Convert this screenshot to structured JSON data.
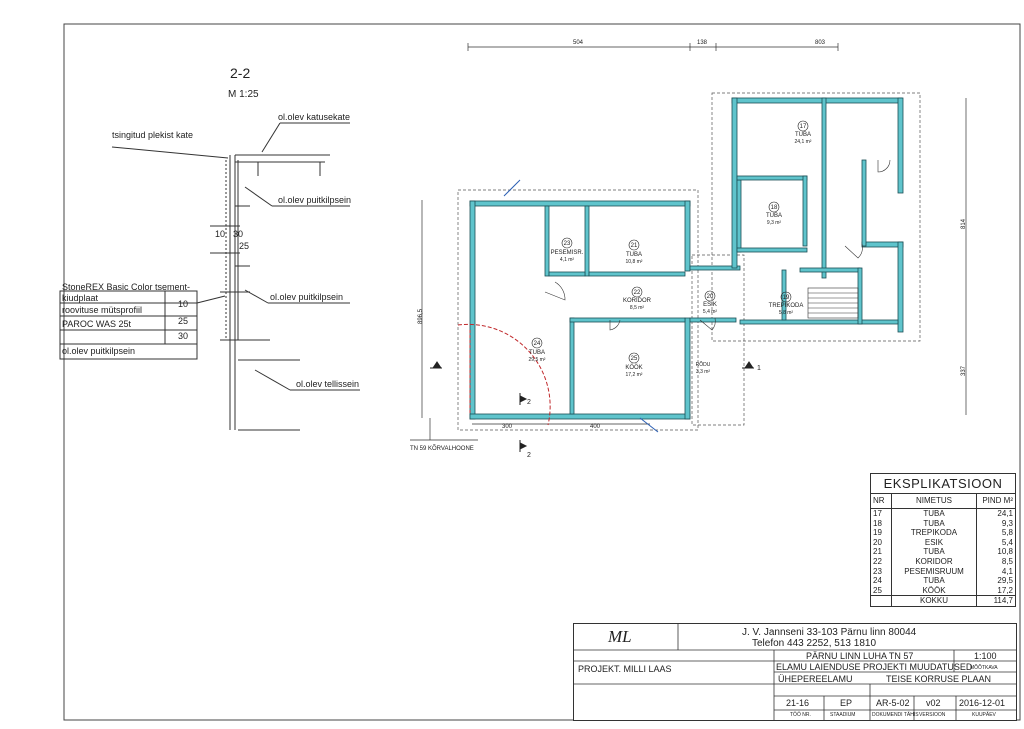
{
  "section": {
    "title": "2-2",
    "scale": "M 1:25"
  },
  "section_labels": {
    "roof": "ol.olev katusekate",
    "tin": "tsingitud plekist kate",
    "board1": "ol.olev puitkilpsein",
    "dim_a": "10",
    "dim_b": "30",
    "dim_c": "25",
    "board2": "ol.olev puitkilpsein",
    "brick": "ol.olev tellissein"
  },
  "layers": [
    {
      "name": "StoneREX Basic Color tsement-",
      "value": ""
    },
    {
      "name": "kiudplaat",
      "value": "10"
    },
    {
      "name": "roovituse mütsprofiil",
      "value": "25"
    },
    {
      "name": "PAROC WAS 25t",
      "value": "30"
    },
    {
      "name": "ol.olev puitkilpsein",
      "value": ""
    }
  ],
  "plan_dims": {
    "d1": "504",
    "d2": "138",
    "d3": "803",
    "v1": "814",
    "v2": "337",
    "v3": "896,5",
    "b1": "300",
    "b2": "400"
  },
  "rooms": [
    {
      "nr": "17",
      "name": "TUBA",
      "area": "24,1 m²"
    },
    {
      "nr": "18",
      "name": "TUBA",
      "area": "9,3 m²"
    },
    {
      "nr": "19",
      "name": "TREPIKODA",
      "area": "5,8 m²"
    },
    {
      "nr": "20",
      "name": "ESIK",
      "area": "5,4 m²"
    },
    {
      "nr": "21",
      "name": "TUBA",
      "area": "10,8 m²"
    },
    {
      "nr": "22",
      "name": "KORIDOR",
      "area": "8,5 m²"
    },
    {
      "nr": "23",
      "name": "PESEMISR.",
      "area": "4,1 m²"
    },
    {
      "nr": "24",
      "name": "TUBA",
      "area": "29,5 m²"
    },
    {
      "nr": "25",
      "name": "KÖÖK",
      "area": "17,2 m²"
    }
  ],
  "plan_labels": {
    "rodu": "RÕDU",
    "rodu_area": "3,3 m²",
    "neighbour": "TN 59 KÕRVALHOONE",
    "section_mark": "2",
    "section_mark_right": "1"
  },
  "explication": {
    "title": "EKSPLIKATSIOON",
    "headers": [
      "NR",
      "NIMETUS",
      "PIND M²"
    ],
    "rows": [
      [
        "17",
        "TUBA",
        "24,1"
      ],
      [
        "18",
        "TUBA",
        "9,3"
      ],
      [
        "19",
        "TREPIKODA",
        "5,8"
      ],
      [
        "20",
        "ESIK",
        "5,4"
      ],
      [
        "21",
        "TUBA",
        "10,8"
      ],
      [
        "22",
        "KORIDOR",
        "8,5"
      ],
      [
        "23",
        "PESEMISRUUM",
        "4,1"
      ],
      [
        "24",
        "TUBA",
        "29,5"
      ],
      [
        "25",
        "KÖÖK",
        "17,2"
      ]
    ],
    "total": [
      "",
      "KOKKU",
      "114,7"
    ]
  },
  "title_block": {
    "logo": "ML",
    "address": "J. V. Jannseni 33-103 Pärnu linn 80044",
    "phone": "Telefon 443 2252, 513 1810",
    "designer": "PROJEKT. MILLI LAAS",
    "location": "PÄRNU LINN LUHA TN 57",
    "project": "ELAMU LAIENDUSE PROJEKTI MUUDATUSED",
    "building": "ÜHEPEREELAMU",
    "sheet_title": "TEISE KORRUSE PLAAN",
    "scale": "1:100",
    "scale_label": "MÕÕTKAVA",
    "work_no": "21-16",
    "stage": "EP",
    "sheet_no": "AR-5-02",
    "version": "v02",
    "date": "2016-12-01",
    "labels": [
      "TÖÖ NR.",
      "STAADIUM",
      "DOKUMENDI TÄHIS",
      "VERSIOON",
      "KUUPÄEV"
    ]
  }
}
